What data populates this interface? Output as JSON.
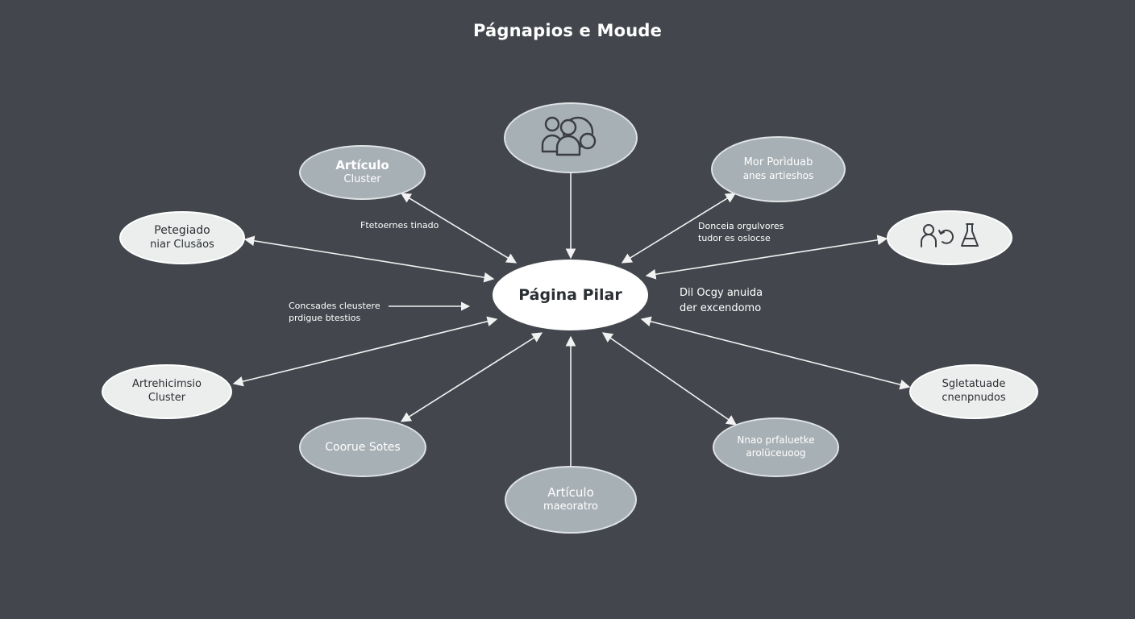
{
  "title": "Págnapios e Moude",
  "nodes": {
    "pillar": {
      "label": "Página Pilar"
    },
    "top_icon": {
      "icon": "users-search-icon"
    },
    "cluster_top_left": {
      "line1": "Artículo",
      "line2": "Cluster"
    },
    "top_right": {
      "line1": "Mor Porìduab",
      "line2": "anes artieshos"
    },
    "left_upper": {
      "line1": "Petegiado",
      "line2": "niar Clusãos"
    },
    "right_icon": {
      "icons": [
        "person-refresh-icon",
        "flask-icon"
      ]
    },
    "left_lower": {
      "line1": "Artrehicimsio",
      "line2": "Cluster"
    },
    "right_lower": {
      "line1": "Sgletatuade",
      "line2": "cnenpnudos"
    },
    "bottom_left": {
      "line1": "Coorue Sotes"
    },
    "bottom_right": {
      "line1": "Nnao prfaluetke",
      "line2": "arolüceuoog"
    },
    "bottom": {
      "line1": "Artículo",
      "line2": "maeoratro"
    }
  },
  "annotations": {
    "a1": {
      "line1": "Ftetoernes tinado"
    },
    "a2": {
      "line1": "Donceia orgulvores",
      "line2": "tudor es oslocse"
    },
    "a3": {
      "line1": "Concsades cleustere",
      "line2": "prdigue btestios"
    },
    "a4": {
      "line1": "Dil Ocgy anuida",
      "line2": "der excendomo"
    }
  },
  "colors": {
    "background": "#43474d",
    "gray_node": "#a7b0b5",
    "light_node": "#eceeee",
    "line": "#f2f2f2"
  }
}
